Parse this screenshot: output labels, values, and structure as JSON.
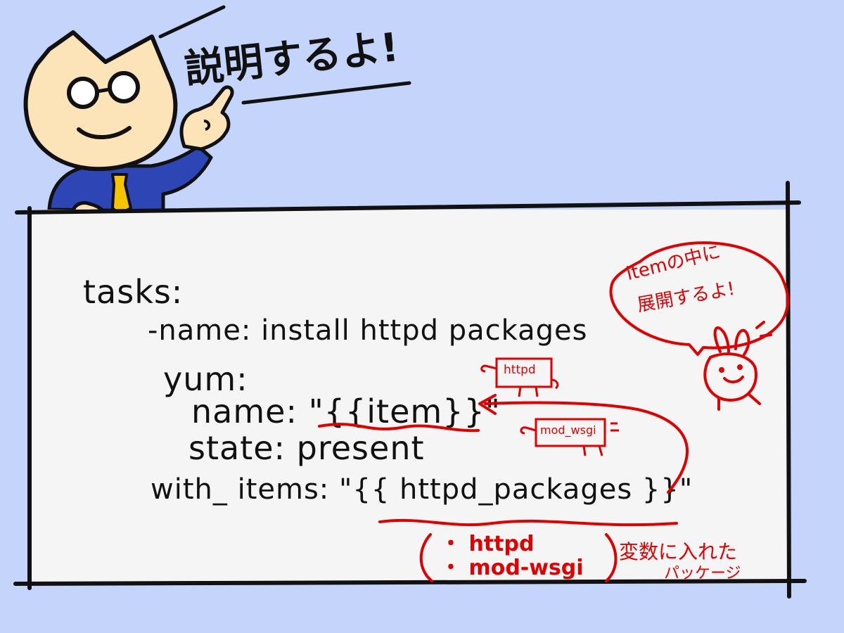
{
  "speech": {
    "text": "説明するよ!"
  },
  "code": {
    "line1": "tasks:",
    "line2": "-name: install httpd packages",
    "line3": "yum:",
    "line4": "name: \"{{item}}\"",
    "line5": "state: present",
    "line6": "with_ items: \"{{ httpd_packages }}\""
  },
  "notes": {
    "bubble_line1": "itemの中に",
    "bubble_line2": "展開するよ!",
    "tag1": "httpd",
    "tag2": "mod_wsgi",
    "list_item1": "・ httpd",
    "list_item2": "・ mod-wsgi",
    "caption_line1": "変数に入れた",
    "caption_line2": "パッケージ"
  },
  "colors": {
    "background": "#c4d4fb",
    "board": "#f5f5f5",
    "ink": "#111111",
    "annotation_red": "#e00000",
    "skin": "#fce3b8",
    "suit": "#2d45b5",
    "tie": "#f4c400"
  }
}
